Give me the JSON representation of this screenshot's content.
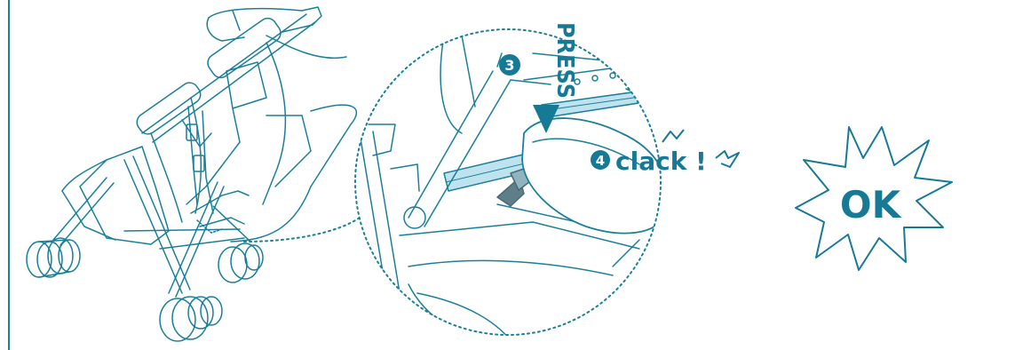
{
  "colors": {
    "line": "#1a7f99",
    "ink": "#167a96",
    "accent": "#6fbfd4",
    "light": "#bfe3ee",
    "mid": "#8fb4bf",
    "dark": "#5e7f89",
    "background": "#ffffff"
  },
  "steps": [
    {
      "number": "3",
      "action": "PRESS"
    },
    {
      "number": "4",
      "action": "clack !"
    }
  ],
  "result": {
    "text": "OK"
  },
  "icons": [
    "press-arrow-icon",
    "clack-sound-icon",
    "ok-starburst-icon"
  ]
}
